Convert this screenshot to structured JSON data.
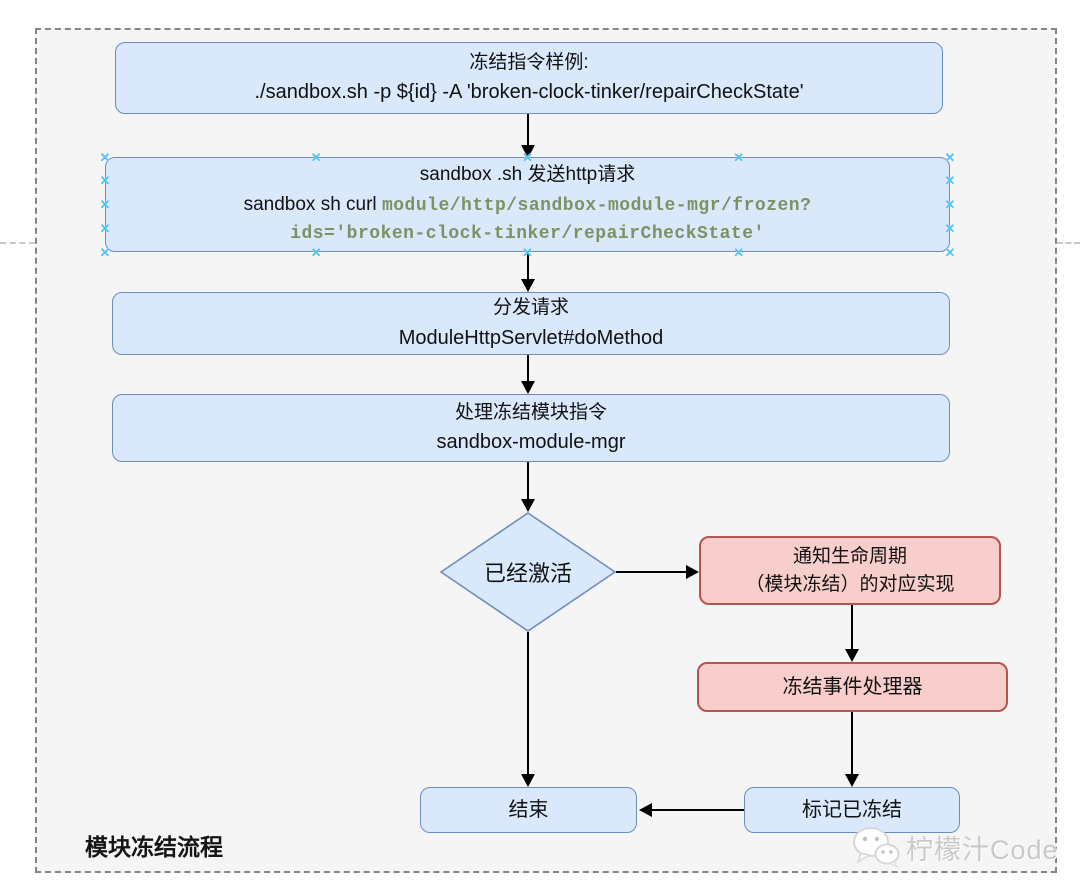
{
  "diagram": {
    "title_label": "模块冻结流程",
    "watermark": {
      "icon": "wechat",
      "text": "柠檬汁Code"
    },
    "handle_glyph": "✕",
    "colors": {
      "canvas_bg": "#f5f5f5",
      "blue_fill": "#dae8fc",
      "blue_border": "#6c8ebf",
      "red_fill": "#f8cecc",
      "red_border": "#b85450",
      "code_green": "#7d9162",
      "handle_blue": "#4fc3f7"
    },
    "nodes": {
      "sample_cmd": {
        "line1": "冻结指令样例:",
        "line2": "./sandbox.sh -p ${id} -A 'broken-clock-tinker/repairCheckState'"
      },
      "send_http": {
        "line1": "sandbox .sh 发送http请求",
        "cmd_prefix": "sandbox sh curl ",
        "code1": "module/http/sandbox-module-mgr/frozen?",
        "code2": "ids='broken-clock-tinker/repairCheckState'"
      },
      "dispatch": {
        "line1": "分发请求",
        "line2": "ModuleHttpServlet#doMethod"
      },
      "handle_freeze": {
        "line1": "处理冻结模块指令",
        "line2": "sandbox-module-mgr"
      },
      "decision": {
        "label": "已经激活"
      },
      "notify_lifecycle": {
        "line1": "通知生命周期",
        "line2": "（模块冻结）的对应实现"
      },
      "freeze_event_handler": {
        "label": "冻结事件处理器"
      },
      "mark_frozen": {
        "label": "标记已冻结"
      },
      "end": {
        "label": "结束"
      }
    }
  }
}
